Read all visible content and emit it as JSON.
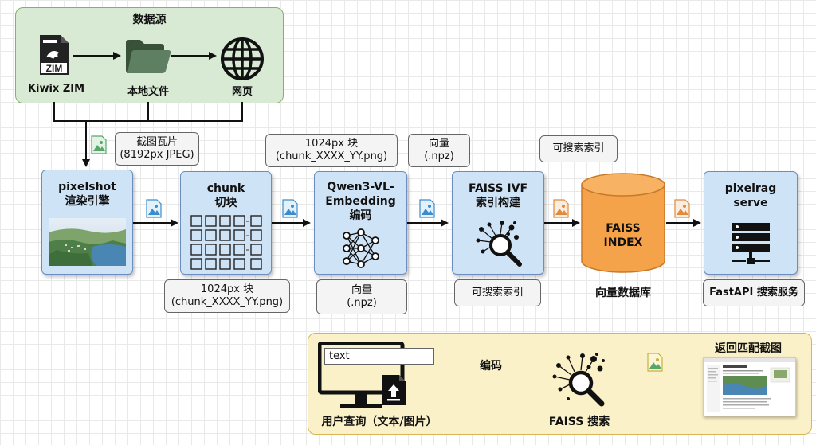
{
  "sources": {
    "title": "数据源",
    "zim_label": "Kiwix ZIM",
    "zim_icon_text": "ZIM",
    "local_label": "本地文件",
    "web_label": "网页"
  },
  "notes": {
    "tile": [
      "截图瓦片",
      "(8192px JPEG)"
    ],
    "chunk_top": [
      "1024px 块",
      "(chunk_XXXX_YY.png)"
    ],
    "vec_top": [
      "向量",
      "(.npz)"
    ],
    "index_top": "可搜索索引",
    "chunk_bottom": [
      "1024px 块",
      "(chunk_XXXX_YY.png)"
    ],
    "vec_bottom": [
      "向量",
      "(.npz)"
    ],
    "index_bottom": "可搜索索引",
    "serve_bottom": "FastAPI 搜索服务"
  },
  "stages": {
    "pixelshot": [
      "pixelshot",
      "渲染引擎"
    ],
    "chunk": [
      "chunk",
      "切块"
    ],
    "qwen": [
      "Qwen3-VL-",
      "Embedding",
      "编码"
    ],
    "faiss": [
      "FAISS IVF",
      "索引构建"
    ],
    "db": [
      "FAISS",
      "INDEX"
    ],
    "db_label": "向量数据库",
    "serve": [
      "pixelrag",
      "serve"
    ]
  },
  "query": {
    "input_text": "text",
    "user_label": "用户查询（文本/图片）",
    "encode_label": "编码",
    "search_label": "FAISS 搜索",
    "result_label": "返回匹配截图"
  },
  "colors": {
    "stage_fill": "#cfe3f7",
    "db_fill": "#f5a34a",
    "green_panel": "#d8ead3",
    "yellow_panel": "#fbf1c8"
  }
}
